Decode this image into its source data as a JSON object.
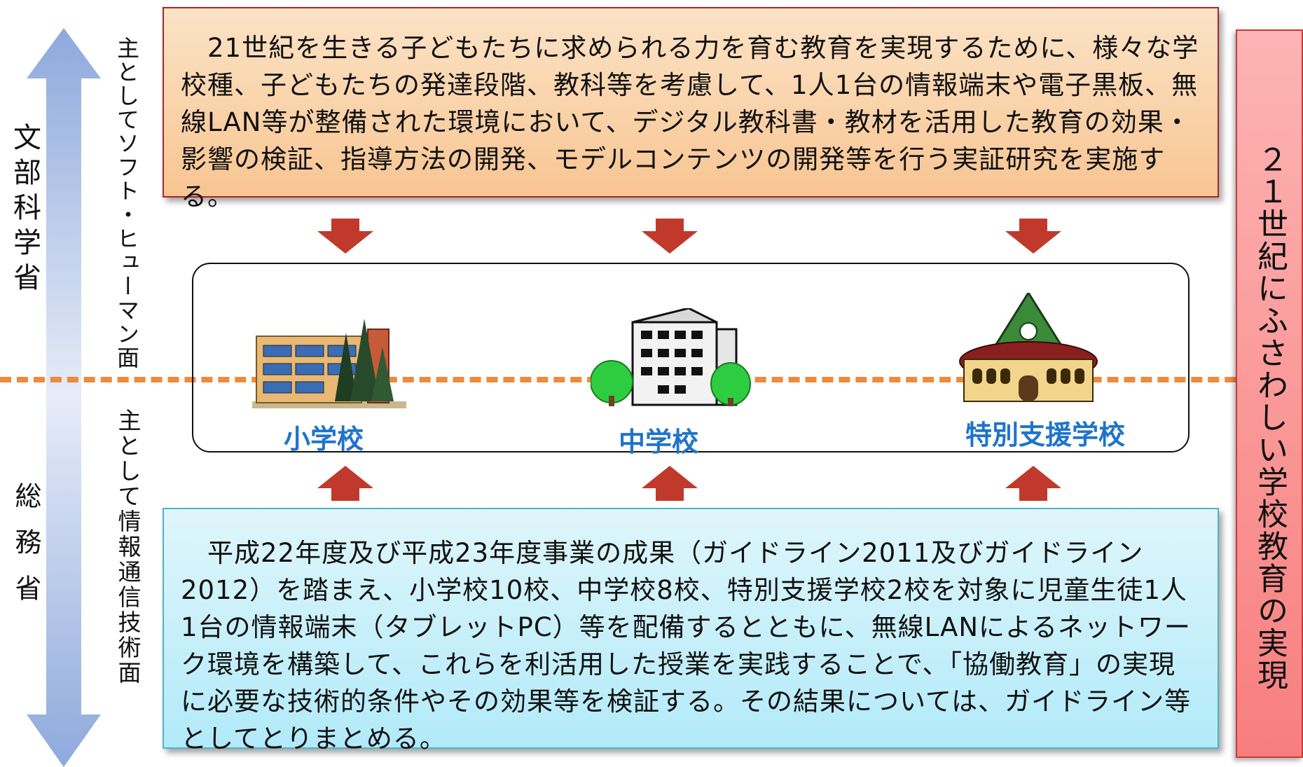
{
  "top_box": {
    "text": "　21世紀を生きる子どもたちに求められる力を育む教育を実現するために、様々な学校種、子どもたちの発達段階、教科等を考慮して、1人1台の情報端末や電子黒板、無線LAN等が整備された環境において、デジタル教科書・教材を活用した教育の効果・影響の検証、指導方法の開発、モデルコンテンツの開発等を行う実証研究を実施する。"
  },
  "bottom_box": {
    "text": "　平成22年度及び平成23年度事業の成果（ガイドライン2011及びガイドライン2012）を踏まえ、小学校10校、中学校8校、特別支援学校2校を対象に児童生徒1人1台の情報端末（タブレットPC）等を配備するとともに、無線LANによるネットワーク環境を構築して、これらを利活用した授業を実践することで、「協働教育」の実現に必要な技術的条件やその効果等を検証する。その結果については、ガイドライン等としてとりまとめる。"
  },
  "left": {
    "top_label": "文部科学省",
    "bottom_label": "総務省"
  },
  "middle": {
    "top_label": "主としてソフト・ヒューマン面",
    "bottom_label": "主として情報通信技術面"
  },
  "schools": [
    {
      "label": "小学校",
      "icon": "elementary-school-icon"
    },
    {
      "label": "中学校",
      "icon": "junior-high-school-icon"
    },
    {
      "label": "特別支援学校",
      "icon": "special-support-school-icon"
    }
  ],
  "right_banner": {
    "text": "２１世紀にふさわしい学校教育の実現"
  },
  "colors": {
    "top_fill": "#f8c592",
    "top_border": "#a8252a",
    "bottom_fill": "#b2eaf9",
    "bottom_border": "#4fb3c8",
    "right_fill": "#f87e7e",
    "arrow_red": "#c0392b",
    "school_label": "#1f74c9",
    "divider": "#ef8a3b",
    "axis_arrow": "#8ea9dc"
  }
}
